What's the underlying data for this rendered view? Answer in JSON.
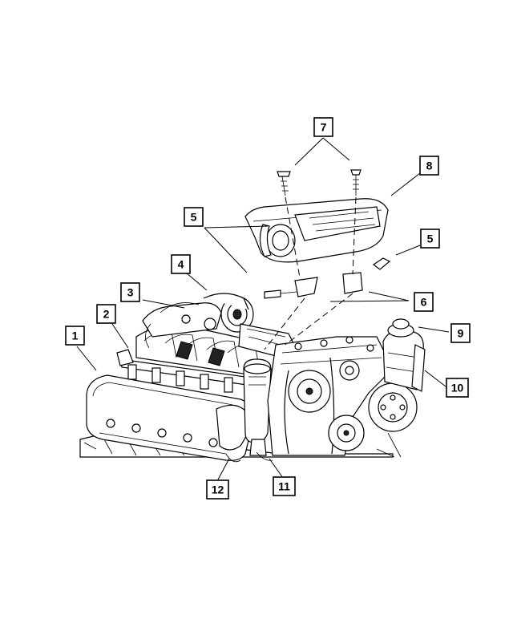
{
  "callouts": [
    {
      "id": "1",
      "label": "1"
    },
    {
      "id": "2",
      "label": "2"
    },
    {
      "id": "3",
      "label": "3"
    },
    {
      "id": "4",
      "label": "4"
    },
    {
      "id": "5a",
      "label": "5"
    },
    {
      "id": "5b",
      "label": "5"
    },
    {
      "id": "6",
      "label": "6"
    },
    {
      "id": "7",
      "label": "7"
    },
    {
      "id": "8",
      "label": "8"
    },
    {
      "id": "9",
      "label": "9"
    },
    {
      "id": "10",
      "label": "10"
    },
    {
      "id": "11",
      "label": "11"
    },
    {
      "id": "12",
      "label": "12"
    }
  ]
}
